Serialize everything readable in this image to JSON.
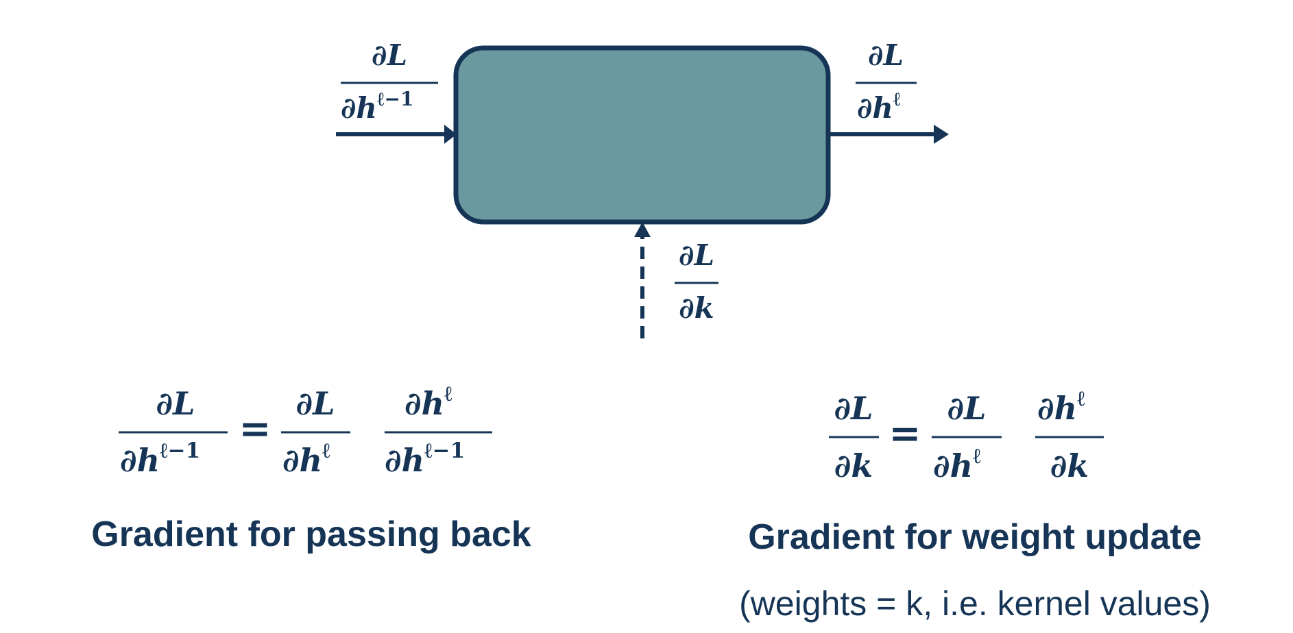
{
  "diagram": {
    "block_fill": "#6a9aa0",
    "stroke_color": "#163556",
    "grad_input": {
      "num": "∂L",
      "den_base": "∂h",
      "den_sup": "ℓ−1"
    },
    "grad_output": {
      "num": "∂L",
      "den_base": "∂h",
      "den_sup": "ℓ"
    },
    "grad_weight": {
      "num": "∂L",
      "den": "∂k"
    }
  },
  "left_equation": {
    "lhs": {
      "num": "∂L",
      "den_base": "∂h",
      "den_sup": "ℓ−1"
    },
    "equals": "=",
    "term1": {
      "num": "∂L",
      "den_base": "∂h",
      "den_sup": "ℓ"
    },
    "term2": {
      "num_base": "∂h",
      "num_sup": "ℓ",
      "den_base": "∂h",
      "den_sup": "ℓ−1"
    },
    "caption": "Gradient for passing back"
  },
  "right_equation": {
    "lhs": {
      "num": "∂L",
      "den": "∂k"
    },
    "equals": "=",
    "term1": {
      "num": "∂L",
      "den_base": "∂h",
      "den_sup": "ℓ"
    },
    "term2": {
      "num_base": "∂h",
      "num_sup": "ℓ",
      "den": "∂k"
    },
    "caption": "Gradient for weight update",
    "note": "(weights = k, i.e. kernel values)"
  }
}
